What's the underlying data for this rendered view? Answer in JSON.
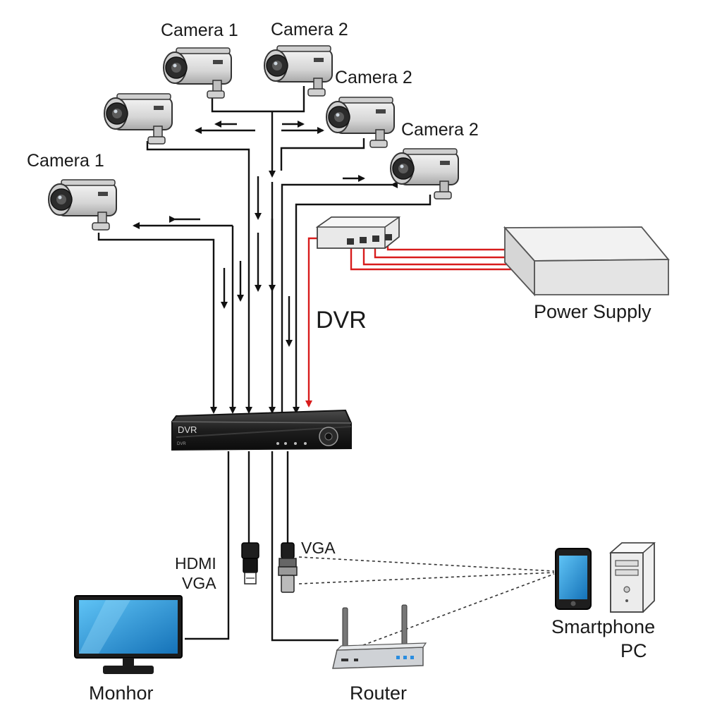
{
  "labels": {
    "camera_1_top": "Camera 1",
    "camera_2_top": "Camera 2",
    "camera_2_mid": "Camera 2",
    "camera_2_right": "Camera 2",
    "camera_1_left": "Camera 1",
    "dvr": "DVR",
    "power_supply": "Power Supply",
    "hdmi": "HDMI",
    "vga_left": "VGA",
    "vga_right": "VGA",
    "monitor": "Monhor",
    "router": "Router",
    "smartphone": "Smartphone",
    "pc": "PC"
  },
  "dvr_device": {
    "face_text": "DVR",
    "model_text": "DVR"
  },
  "colors": {
    "cable": "#111111",
    "power_cable": "#d81c1c",
    "camera_body": "#dcdcdc",
    "lens": "#2b2b2b",
    "dvr_body": "#262626",
    "screen": "#1e8fd6",
    "box": "#ececec"
  },
  "icons": [
    "camera-icon",
    "dvr-icon",
    "power-supply-icon",
    "splitter-icon",
    "monitor-icon",
    "router-icon",
    "smartphone-icon",
    "pc-tower-icon",
    "hdmi-plug-icon",
    "vga-plug-icon"
  ]
}
